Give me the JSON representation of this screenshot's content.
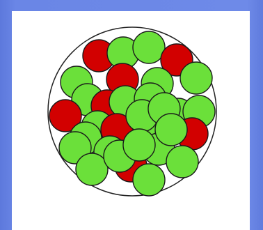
{
  "scene": {
    "description_colors": {
      "background": "#6a86e6",
      "panel": "#ffffff",
      "container_stroke": "#222222",
      "red_ball": "#d20000",
      "green_ball": "#6be03a",
      "ball_stroke": "#1a1a1a"
    },
    "counts": {
      "red": 8,
      "green": 24
    },
    "balls": [
      {
        "kind": "red",
        "id": 1
      },
      {
        "kind": "green",
        "id": 2
      },
      {
        "kind": "green",
        "id": 3
      },
      {
        "kind": "red",
        "id": 4
      },
      {
        "kind": "green",
        "id": 5
      },
      {
        "kind": "red",
        "id": 6
      },
      {
        "kind": "green",
        "id": 7
      },
      {
        "kind": "green",
        "id": 8
      },
      {
        "kind": "green",
        "id": 9
      },
      {
        "kind": "red",
        "id": 10
      },
      {
        "kind": "green",
        "id": 11
      },
      {
        "kind": "green",
        "id": 12
      },
      {
        "kind": "green",
        "id": 13
      },
      {
        "kind": "green",
        "id": 14
      },
      {
        "kind": "red",
        "id": 15
      },
      {
        "kind": "green",
        "id": 16
      },
      {
        "kind": "green",
        "id": 17
      },
      {
        "kind": "green",
        "id": 18
      },
      {
        "kind": "red",
        "id": 19
      },
      {
        "kind": "green",
        "id": 20
      },
      {
        "kind": "red",
        "id": 21
      },
      {
        "kind": "green",
        "id": 22
      },
      {
        "kind": "green",
        "id": 23
      },
      {
        "kind": "green",
        "id": 24
      },
      {
        "kind": "green",
        "id": 25
      },
      {
        "kind": "green",
        "id": 26
      },
      {
        "kind": "red",
        "id": 27
      },
      {
        "kind": "green",
        "id": 28
      },
      {
        "kind": "green",
        "id": 29
      },
      {
        "kind": "green",
        "id": 30
      },
      {
        "kind": "green",
        "id": 31
      },
      {
        "kind": "green",
        "id": 32
      }
    ]
  }
}
